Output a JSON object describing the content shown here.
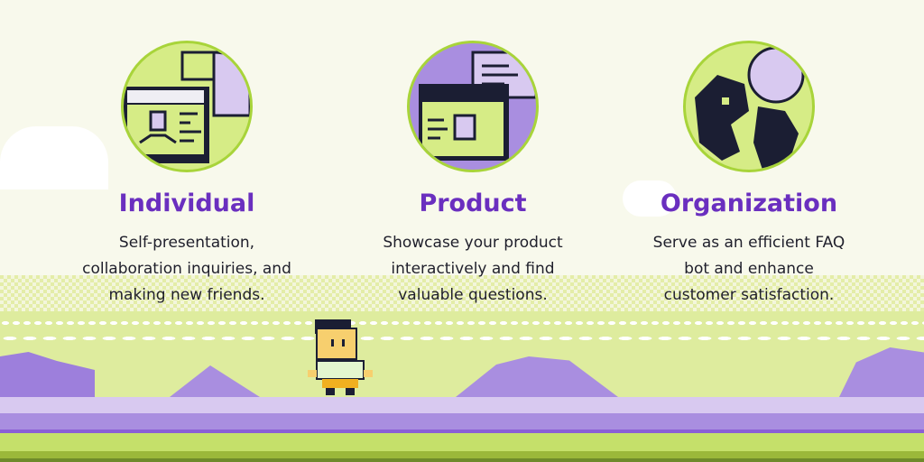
{
  "cards": [
    {
      "title": "Individual",
      "lines": [
        "Self-presentation,",
        "collaboration inquiries, and",
        "making new friends."
      ],
      "icon": "profile-card-icon"
    },
    {
      "title": "Product",
      "lines": [
        "Showcase your product",
        "interactively and find",
        "valuable questions."
      ],
      "icon": "product-card-icon"
    },
    {
      "title": "Organization",
      "lines": [
        "Serve as an efficient FAQ",
        "bot and enhance",
        "customer satisfaction."
      ],
      "icon": "globe-icon"
    }
  ],
  "colors": {
    "heading": "#6a2fbf",
    "accent_green": "#a8d43a",
    "lavender": "#d8c9f0",
    "purple": "#a98ee0",
    "dark": "#1b1e33"
  }
}
